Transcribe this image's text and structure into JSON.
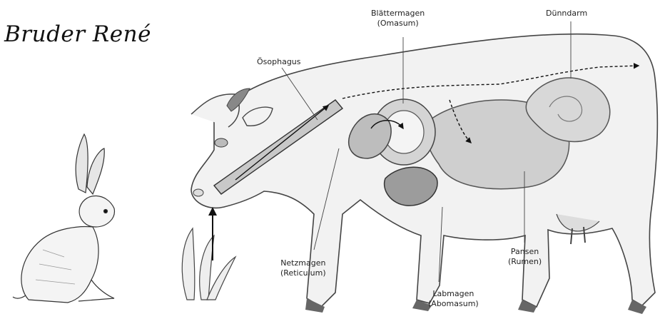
{
  "title": "Bruder René",
  "labels": {
    "oesophagus": "Ösophagus",
    "omasum_line1": "Blättermagen",
    "omasum_line2": "(Omasum)",
    "duenndarm": "Dünndarm",
    "reticulum_line1": "Netzmagen",
    "reticulum_line2": "(Reticulum)",
    "abomasum_line1": "Labmagen",
    "abomasum_line2": "(Abomasum)",
    "rumen_line1": "Pansen",
    "rumen_line2": "(Rumen)"
  },
  "icons": [
    "hare-illustration",
    "cow-illustration",
    "grass-illustration",
    "flow-arrow-icon"
  ]
}
